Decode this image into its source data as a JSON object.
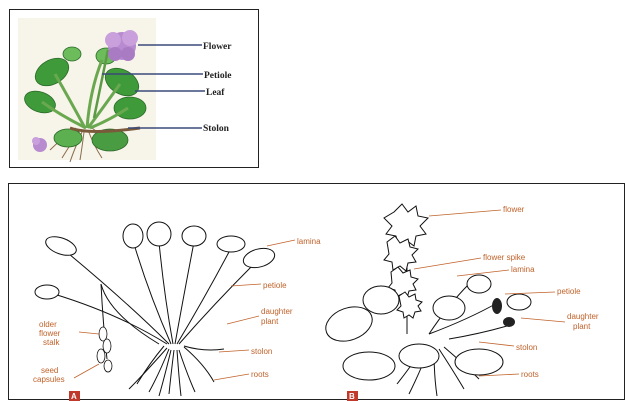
{
  "top_diagram": {
    "labels": {
      "flower": "Flower",
      "petiole": "Petiole",
      "leaf": "Leaf",
      "stolon": "Stolon"
    }
  },
  "bottom_diagram": {
    "panel_a": {
      "letter": "A",
      "labels": {
        "lamina": "lamina",
        "petiole": "petiole",
        "daughter_plant_1": "daughter",
        "daughter_plant_2": "plant",
        "older_flower_stalk_1": "older",
        "older_flower_stalk_2": "flower",
        "older_flower_stalk_3": "stalk",
        "stolon": "stolon",
        "seed_capsules_1": "seed",
        "seed_capsules_2": "capsules",
        "roots": "roots"
      }
    },
    "panel_b": {
      "letter": "B",
      "labels": {
        "flower": "flower",
        "flower_spike": "flower spike",
        "lamina": "lamina",
        "petiole": "petiole",
        "daughter_plant_1": "daughter",
        "daughter_plant_2": "plant",
        "stolon": "stolon",
        "roots": "roots"
      }
    }
  },
  "colors": {
    "label_line_top": "#3a4a7a",
    "label_text_bottom": "#c0622a",
    "leaf_green": "#3f9a3a",
    "flower_purple": "#b88ad0"
  }
}
